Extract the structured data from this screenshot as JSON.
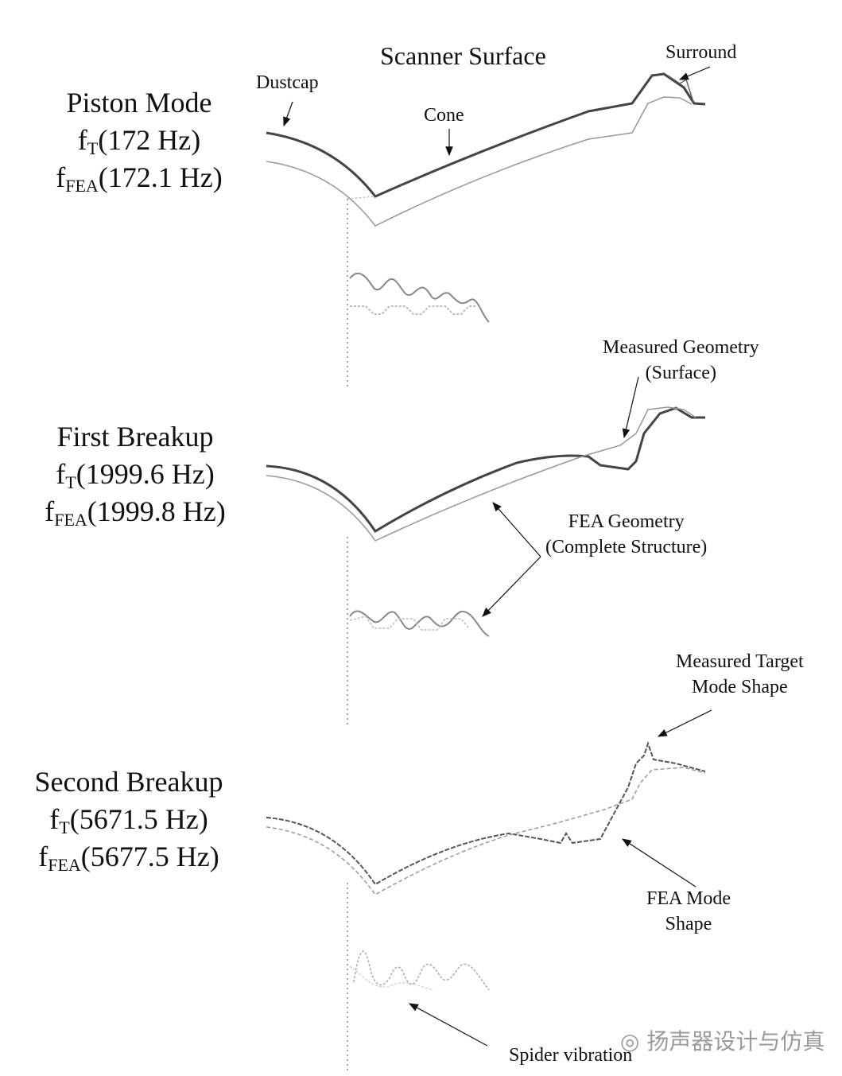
{
  "title": "Scanner Surface",
  "modes": [
    {
      "name": "Piston Mode",
      "ft": "172 Hz",
      "ffea": "172.1 Hz"
    },
    {
      "name": "First Breakup",
      "ft": "1999.6 Hz",
      "ffea": "1999.8 Hz"
    },
    {
      "name": "Second Breakup",
      "ft": "5671.5 Hz",
      "ffea": "5677.5 Hz"
    }
  ],
  "symbols": {
    "f": "f",
    "t_sub": "T",
    "fea_sub": "FEA"
  },
  "annotations": {
    "dustcap": "Dustcap",
    "cone": "Cone",
    "surround": "Surround",
    "measured_geometry": [
      "Measured Geometry",
      "(Surface)"
    ],
    "fea_geometry": [
      "FEA Geometry",
      "(Complete Structure)"
    ],
    "measured_target": [
      "Measured Target",
      "Mode Shape"
    ],
    "fea_mode": [
      "FEA Mode",
      "Shape"
    ],
    "spider": "Spider vibration"
  },
  "watermark": "扬声器设计与仿真",
  "colors": {
    "measured": "#444444",
    "fea": "#9a9a9a",
    "text": "#111111"
  }
}
